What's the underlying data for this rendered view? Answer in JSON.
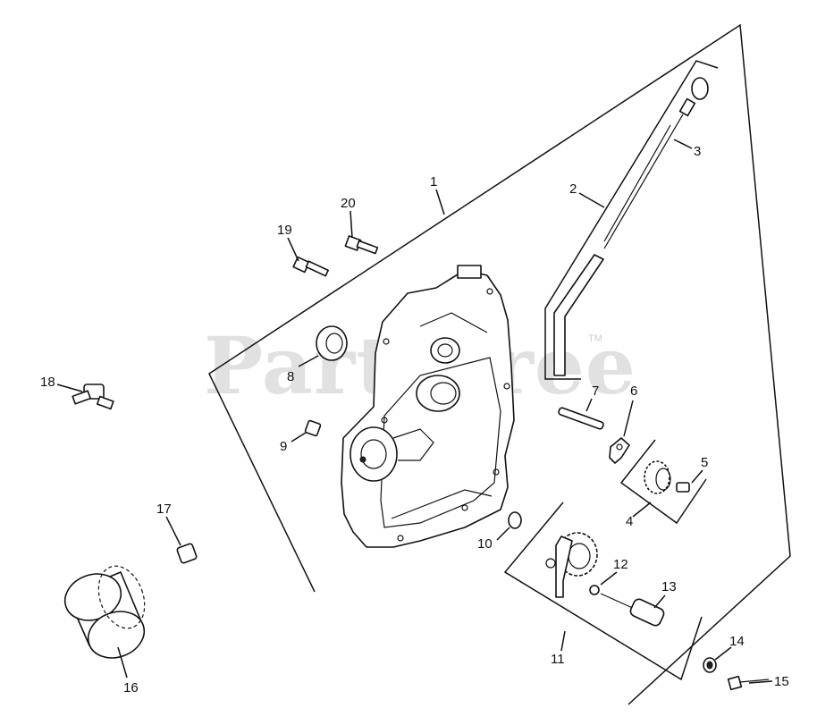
{
  "watermark": {
    "text": "PartsTree",
    "trademark": "TM"
  },
  "callouts": [
    {
      "id": "c1",
      "label": "1"
    },
    {
      "id": "c2",
      "label": "2"
    },
    {
      "id": "c3",
      "label": "3"
    },
    {
      "id": "c4",
      "label": "4"
    },
    {
      "id": "c5",
      "label": "5"
    },
    {
      "id": "c6",
      "label": "6"
    },
    {
      "id": "c7",
      "label": "7"
    },
    {
      "id": "c8",
      "label": "8"
    },
    {
      "id": "c9",
      "label": "9"
    },
    {
      "id": "c10",
      "label": "10"
    },
    {
      "id": "c11",
      "label": "11"
    },
    {
      "id": "c12",
      "label": "12"
    },
    {
      "id": "c13",
      "label": "13"
    },
    {
      "id": "c14",
      "label": "14"
    },
    {
      "id": "c15",
      "label": "15"
    },
    {
      "id": "c16",
      "label": "16"
    },
    {
      "id": "c17",
      "label": "17"
    },
    {
      "id": "c18",
      "label": "18"
    },
    {
      "id": "c19",
      "label": "19"
    },
    {
      "id": "c20",
      "label": "20"
    }
  ]
}
